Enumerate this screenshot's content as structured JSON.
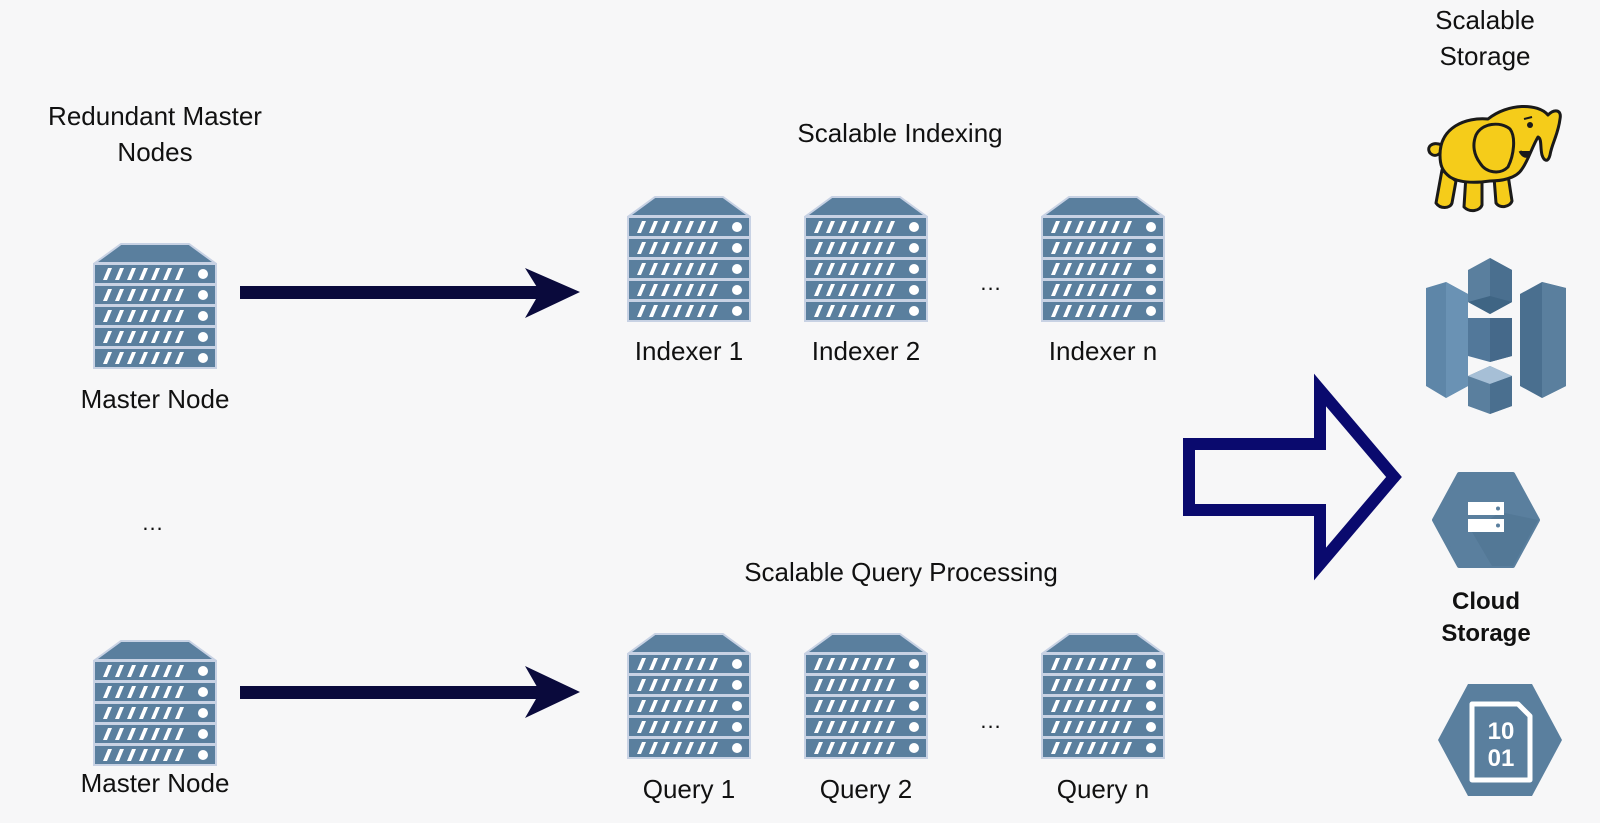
{
  "diagram": {
    "left_column": {
      "title": "Redundant Master Nodes",
      "title_line1": "Redundant Master",
      "title_line2": "Nodes",
      "nodes": [
        {
          "label": "Master Node",
          "icon": "server-icon"
        },
        {
          "label": "Master Node",
          "icon": "server-icon"
        }
      ],
      "ellipsis": "..."
    },
    "indexing": {
      "title": "Scalable Indexing",
      "nodes": [
        {
          "label": "Indexer 1",
          "icon": "server-icon"
        },
        {
          "label": "Indexer 2",
          "icon": "server-icon"
        },
        {
          "label": "Indexer n",
          "icon": "server-icon"
        }
      ],
      "ellipsis": "..."
    },
    "query": {
      "title": "Scalable Query Processing",
      "nodes": [
        {
          "label": "Query 1",
          "icon": "server-icon"
        },
        {
          "label": "Query 2",
          "icon": "server-icon"
        },
        {
          "label": "Query n",
          "icon": "server-icon"
        }
      ],
      "ellipsis": "..."
    },
    "storage": {
      "title_line1": "Scalable",
      "title_line2": "Storage",
      "items": [
        {
          "name": "Hadoop HDFS",
          "icon": "hadoop-elephant-icon"
        },
        {
          "name": "Amazon S3",
          "icon": "amazon-s3-icon"
        },
        {
          "name": "Google Cloud Storage",
          "icon": "google-cloud-storage-icon",
          "label_line1": "Cloud",
          "label_line2": "Storage"
        },
        {
          "name": "Azure Blob Storage",
          "icon": "azure-blob-storage-icon",
          "glyph_line1": "10",
          "glyph_line2": "01"
        }
      ]
    },
    "colors": {
      "background": "#f7f7f8",
      "server": "#5a7f9e",
      "server_border": "#c8d2e4",
      "arrow": "#0a0a3c",
      "big_arrow": "#0a0a6e",
      "hadoop_yellow": "#f5cc1a"
    }
  }
}
